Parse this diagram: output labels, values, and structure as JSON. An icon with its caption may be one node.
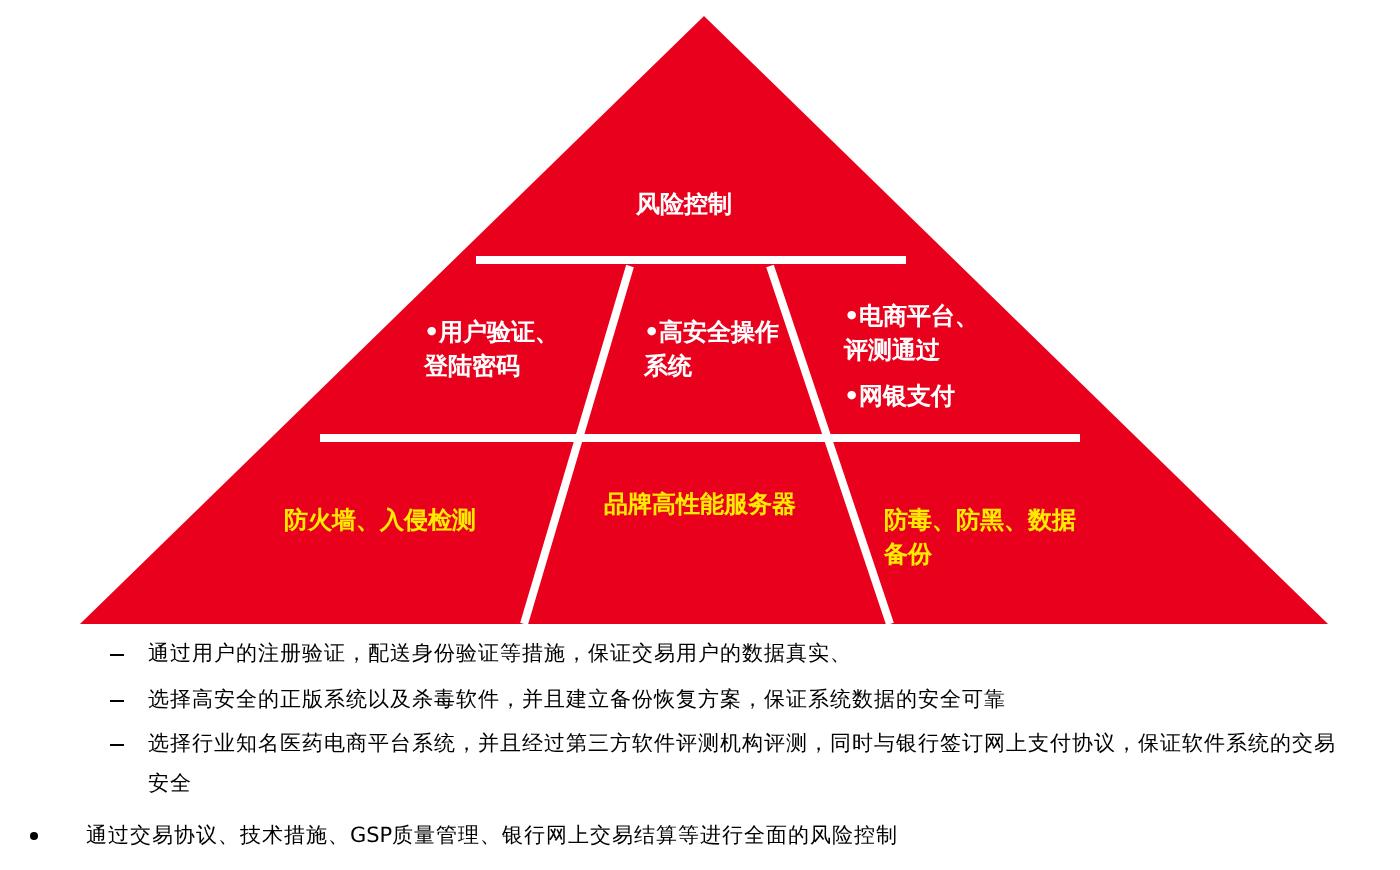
{
  "diagram": {
    "nodes": [
      {
        "text": [
          "风险控制"
        ]
      },
      {
        "text": [
          "•用户验证、登陆密码"
        ],
        "in": 0
      },
      {
        "text": [
          "•高安全操作系统"
        ],
        "in": 0
      },
      {
        "text": [
          "•电商平台、评测通过",
          "•网银支付"
        ],
        "in": 0
      },
      {
        "text": [
          "防火墙、入侵检测"
        ],
        "in": 0
      },
      {
        "text": [
          "品牌高性能服务器"
        ],
        "in": 0
      },
      {
        "text": [
          "防毒、防黑、数据备份"
        ],
        "in": 0
      }
    ],
    "edges": [],
    "labels": [
      "通过用户的注册验证，配送身份验证等措施，保证交易用户的数据真实、",
      "选择高安全的正版系统以及杀毒软件，并且建立备份恢复方案，保证系统数据的安全可靠",
      "选择行业知名医药电商平台系统，并且经过第三方软件评测机构评测，同时与银行签订网上支付协议，保证软件系统的交易安全",
      "通过交易协议、技术措施、GSP质量管理、银行网上交易结算等进行全面的风险控制"
    ]
  }
}
